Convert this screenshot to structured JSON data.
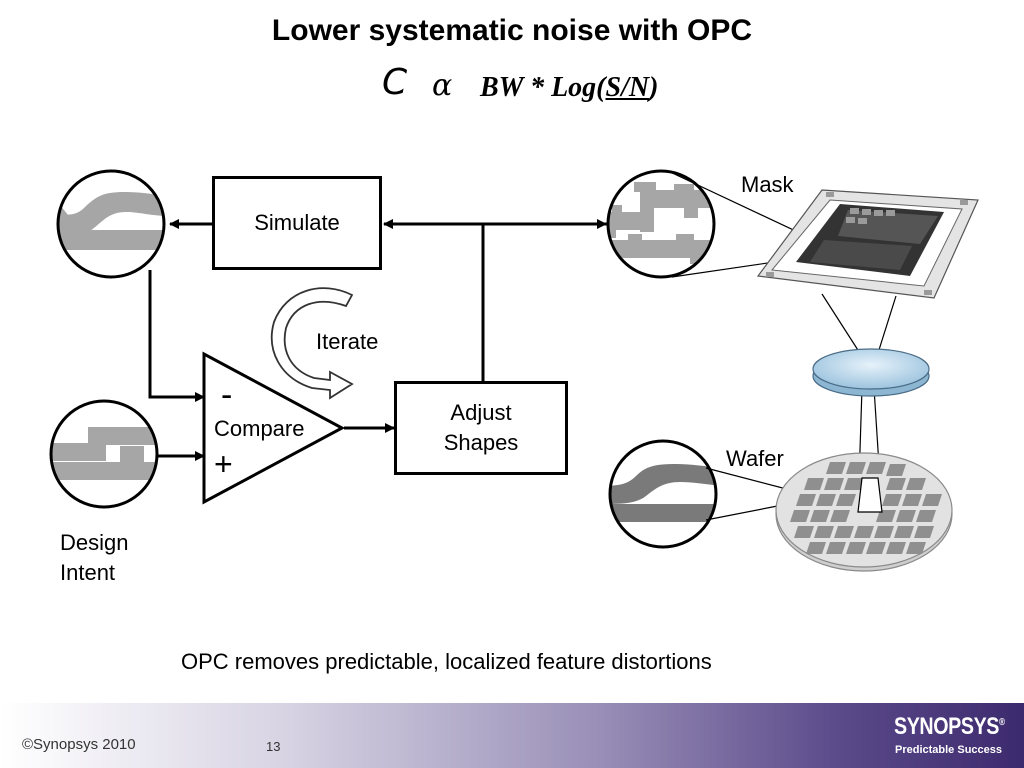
{
  "slide": {
    "title": "Lower systematic noise with OPC",
    "formula": {
      "c": "C",
      "alpha": "α",
      "prefix": "BW * Log(",
      "sn": "S/N",
      "suffix": ")"
    },
    "caption": "OPC removes predictable, localized feature distortions"
  },
  "diagram": {
    "simulate_label": "Simulate",
    "compare_label": "Compare",
    "minus_sign": "-",
    "plus_sign": "+",
    "iterate_label": "Iterate",
    "adjust_line1": "Adjust",
    "adjust_line2": "Shapes",
    "design_intent_line1": "Design",
    "design_intent_line2": "Intent",
    "mask_label": "Mask",
    "wafer_label": "Wafer"
  },
  "footer": {
    "copyright": "©Synopsys 2010",
    "page_number": "13",
    "logo_text": "SYNOPSYS",
    "logo_registered": "®",
    "tagline": "Predictable Success"
  },
  "colors": {
    "shape_gray": "#a6a6a6",
    "shape_dark": "#6e6e6e",
    "wafer_blue": "#b8d6ea",
    "footer_purple": "#3c2a6e"
  }
}
